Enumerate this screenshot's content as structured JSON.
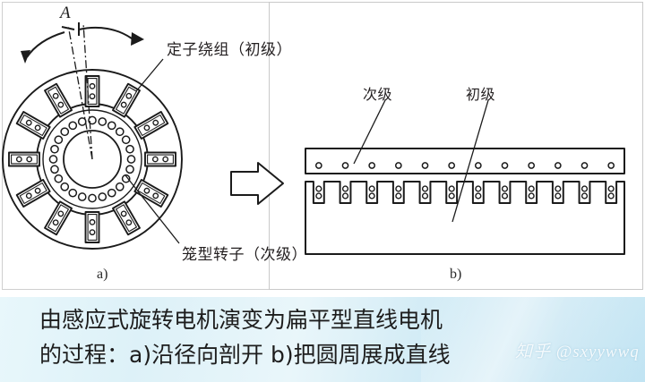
{
  "figure": {
    "sub_a": {
      "caption": "a)",
      "cut_marker": "A",
      "labels": {
        "stator": "定子绕组（初级）",
        "rotor": "笼型转子（次级）"
      },
      "stator_slot_count": 12,
      "rotor_bar_count": 24,
      "conductors_per_slot": 2
    },
    "sub_b": {
      "caption": "b)",
      "labels": {
        "secondary": "次级",
        "primary": "初级"
      },
      "secondary_conductor_count": 12,
      "primary_slot_count": 12,
      "conductors_per_slot": 2
    },
    "transform_arrow": "block-arrow-right"
  },
  "caption": {
    "text": "由感应式旋转电机演变为扁平型直线电机\n的过程：a)沿径向剖开  b)把圆周展成直线"
  },
  "watermark": {
    "text": "知乎 @sxyywwq"
  },
  "colors": {
    "ink": "#231f20",
    "paper": "#ffffff",
    "caption_bg": "#dff0f8"
  }
}
